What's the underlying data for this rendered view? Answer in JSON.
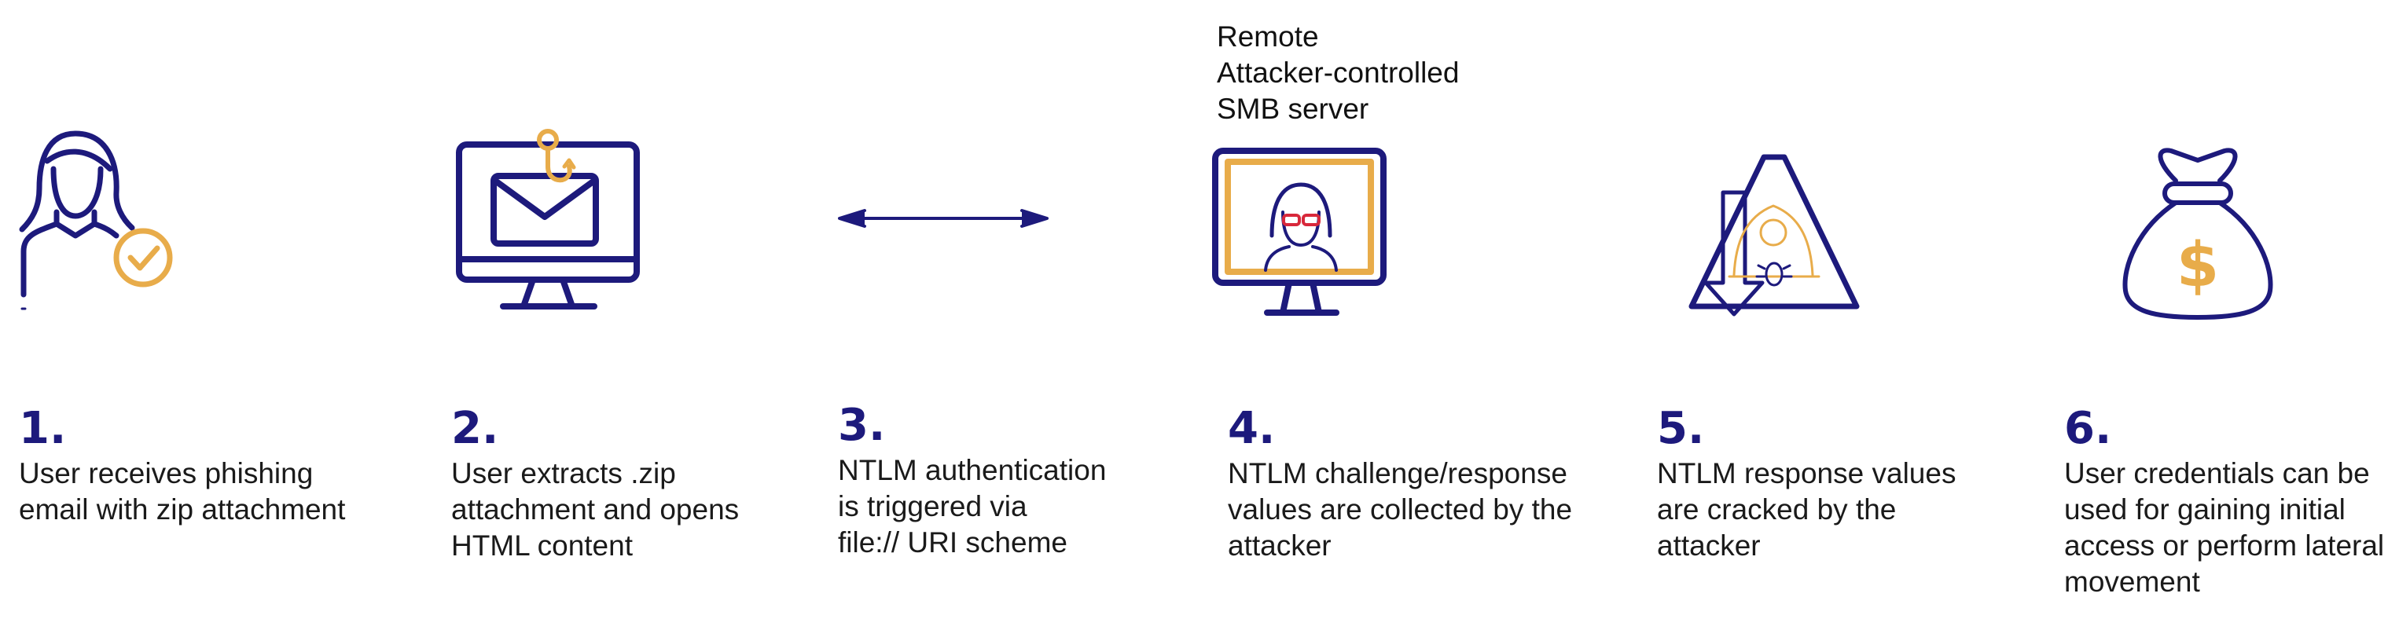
{
  "colors": {
    "navy": "#1d1a7c",
    "gold": "#e8ac4a",
    "text": "#1a1a1a"
  },
  "server_label": [
    "Remote",
    "Attacker-controlled",
    "SMB server"
  ],
  "steps": [
    {
      "number": "1.",
      "lines": [
        "User receives phishing",
        "email with zip attachment"
      ],
      "icon": "user-check-icon"
    },
    {
      "number": "2.",
      "lines": [
        "User extracts .zip",
        "attachment and opens",
        "HTML content"
      ],
      "icon": "phishing-email-monitor-icon"
    },
    {
      "number": "3.",
      "lines": [
        "NTLM authentication",
        "is triggered via",
        "file:// URI scheme"
      ],
      "icon": "bidirectional-arrow-icon"
    },
    {
      "number": "4.",
      "lines": [
        "NTLM challenge/response",
        "values are collected by the",
        "attacker"
      ],
      "icon": "attacker-monitor-icon"
    },
    {
      "number": "5.",
      "lines": [
        "NTLM response values",
        "are cracked by the",
        "attacker"
      ],
      "icon": "hacker-warning-icon"
    },
    {
      "number": "6.",
      "lines": [
        "User credentials can be",
        "used for gaining initial",
        "access or perform lateral",
        "movement"
      ],
      "icon": "money-bag-icon"
    }
  ]
}
